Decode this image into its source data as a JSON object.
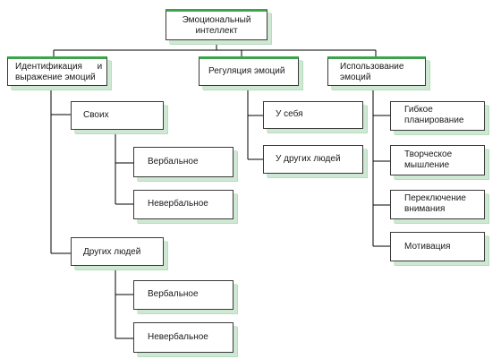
{
  "root": {
    "label_line1": "Эмоциональный",
    "label_line2": "интеллект"
  },
  "branches": [
    {
      "label_line1": "Идентификация      и",
      "label_line2": "выражение эмоций",
      "children": [
        {
          "label": "Своих",
          "children": [
            {
              "label": "Вербальное"
            },
            {
              "label": "Невербальное"
            }
          ]
        },
        {
          "label": "Других людей",
          "children": [
            {
              "label": "Вербальное"
            },
            {
              "label": "Невербальное"
            }
          ]
        }
      ]
    },
    {
      "label": "Регуляция эмоций",
      "children": [
        {
          "label": "У себя"
        },
        {
          "label": "У других людей"
        }
      ]
    },
    {
      "label_line1": "Использование",
      "label_line2": "эмоций",
      "children": [
        {
          "label_line1": "Гибкое",
          "label_line2": "планирование"
        },
        {
          "label_line1": "Творческое",
          "label_line2": "мышление"
        },
        {
          "label_line1": "Переключение",
          "label_line2": "внимания"
        },
        {
          "label": "Мотивация"
        }
      ]
    }
  ],
  "colors": {
    "line": "#000000",
    "border": "#3a3a3a",
    "accent": "#3fa34d",
    "shadow": "#b7dcbe"
  }
}
